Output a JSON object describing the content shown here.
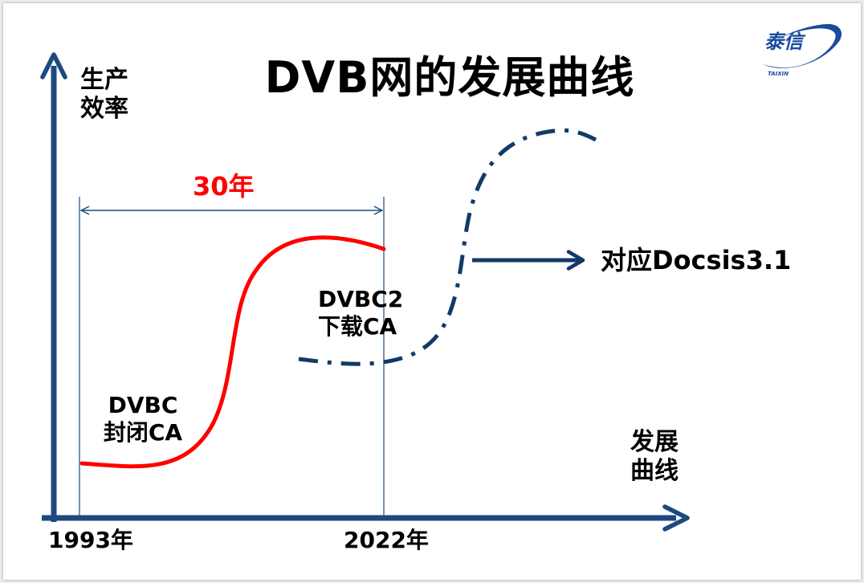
{
  "title": "DVB网的发展曲线",
  "y_axis_label": [
    "生产",
    "效率"
  ],
  "x_axis_label": [
    "发展",
    "曲线"
  ],
  "span_label": "30年",
  "ticks": {
    "start": "1993年",
    "end": "2022年"
  },
  "stage_1": [
    "DVBC",
    "封闭CA"
  ],
  "stage_2": [
    "DVBC2",
    "下载CA"
  ],
  "future": "对应Docsis3.1",
  "logo": {
    "text": "泰信",
    "subtext": "TAIXIN"
  },
  "colors": {
    "axis": "#1c4a7e",
    "curve_past": "#ff0000",
    "curve_future": "#123a68",
    "span_label": "#ff0000",
    "logo": "#1a4c9c"
  }
}
